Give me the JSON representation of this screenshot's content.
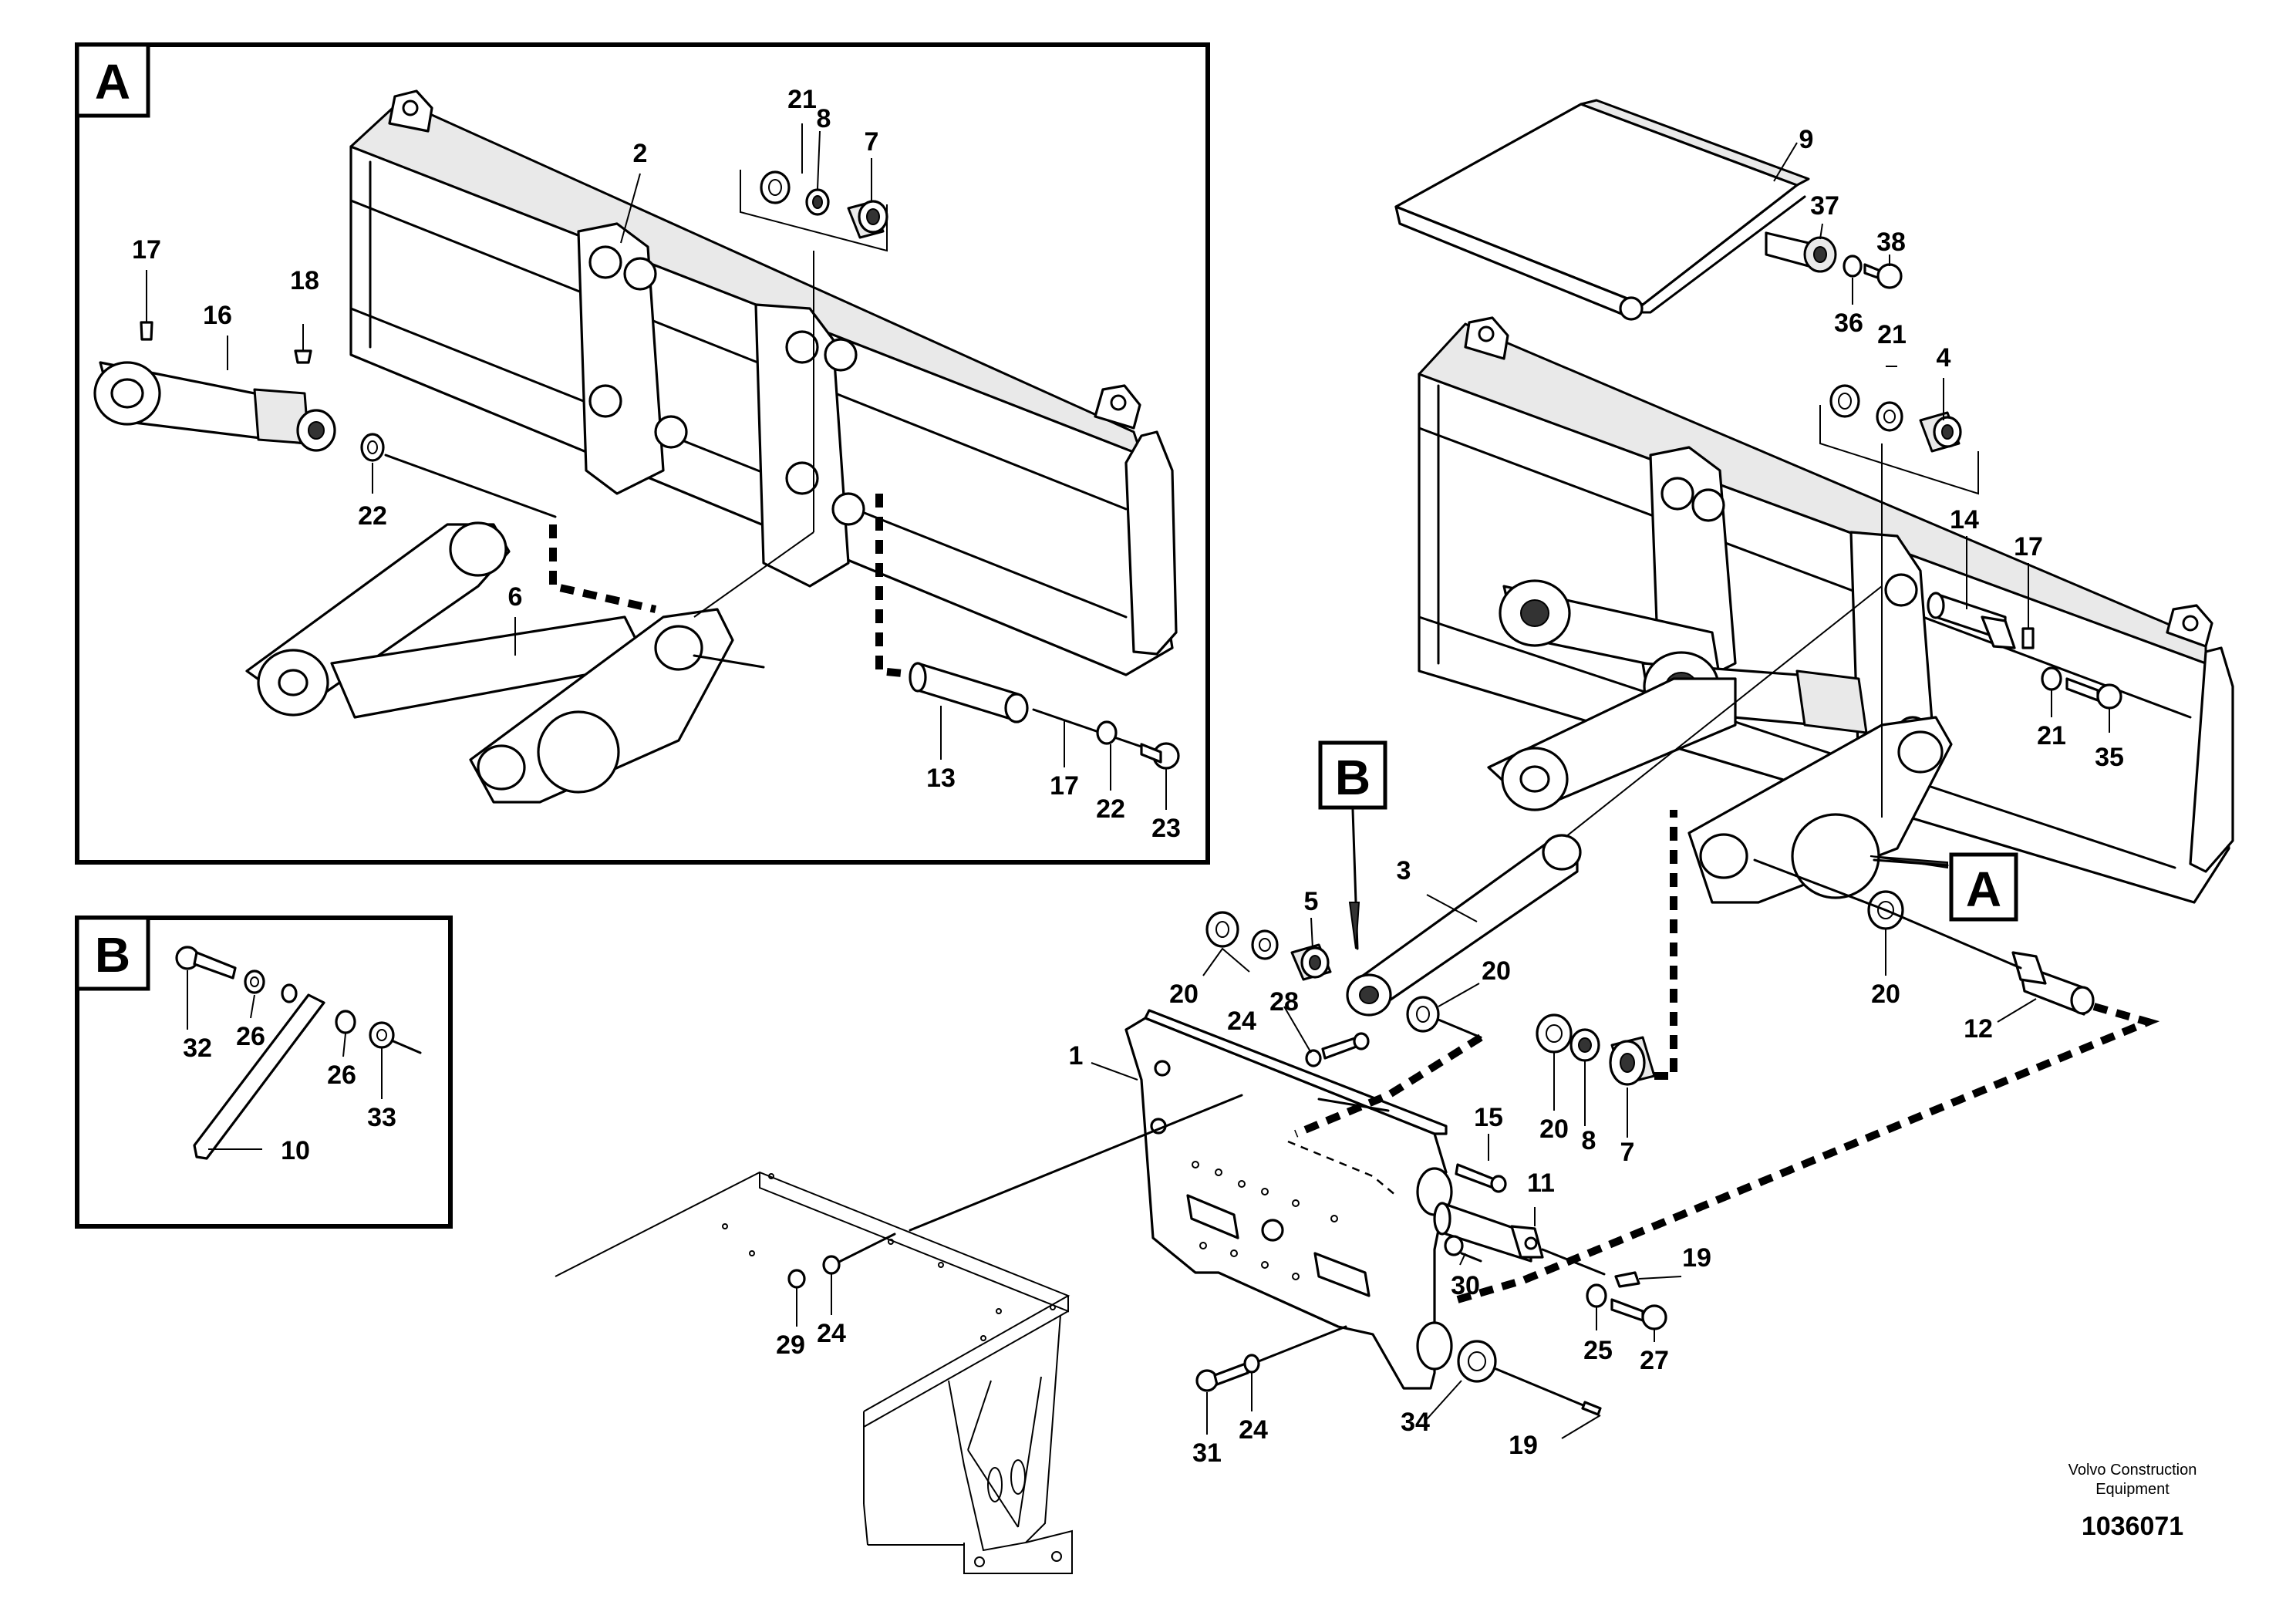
{
  "views": {
    "detail_a": {
      "tag": "A"
    },
    "detail_b": {
      "tag": "B"
    },
    "pointer_a": {
      "tag": "A"
    },
    "pointer_b": {
      "tag": "B"
    }
  },
  "callouts_a": {
    "c21": "21",
    "c8": "8",
    "c7": "7",
    "c2": "2",
    "c17a": "17",
    "c16": "16",
    "c18": "18",
    "c22a": "22",
    "c6": "6",
    "c13": "13",
    "c17b": "17",
    "c22b": "22",
    "c23": "23"
  },
  "callouts_b": {
    "c32": "32",
    "c26a": "26",
    "c26b": "26",
    "c33": "33",
    "c10": "10"
  },
  "callouts_main": {
    "c9": "9",
    "c37": "37",
    "c38": "38",
    "c36": "36",
    "c21a": "21",
    "c4": "4",
    "c14": "14",
    "c17": "17",
    "c21b": "21",
    "c35": "35",
    "c3": "3",
    "c5": "5",
    "c20a": "20",
    "c20b": "20",
    "c24a": "24",
    "c28": "28",
    "c1": "1",
    "c20c": "20",
    "c8": "8",
    "c7": "7",
    "c20d": "20",
    "c12": "12",
    "c15": "15",
    "c11": "11",
    "c19a": "19",
    "c30": "30",
    "c25": "25",
    "c27": "27",
    "c29": "29",
    "c24b": "24",
    "c31": "31",
    "c24c": "24",
    "c34": "34",
    "c19b": "19"
  },
  "footer": {
    "brand_line1": "Volvo Construction",
    "brand_line2": "Equipment",
    "drawing_number": "1036071"
  }
}
